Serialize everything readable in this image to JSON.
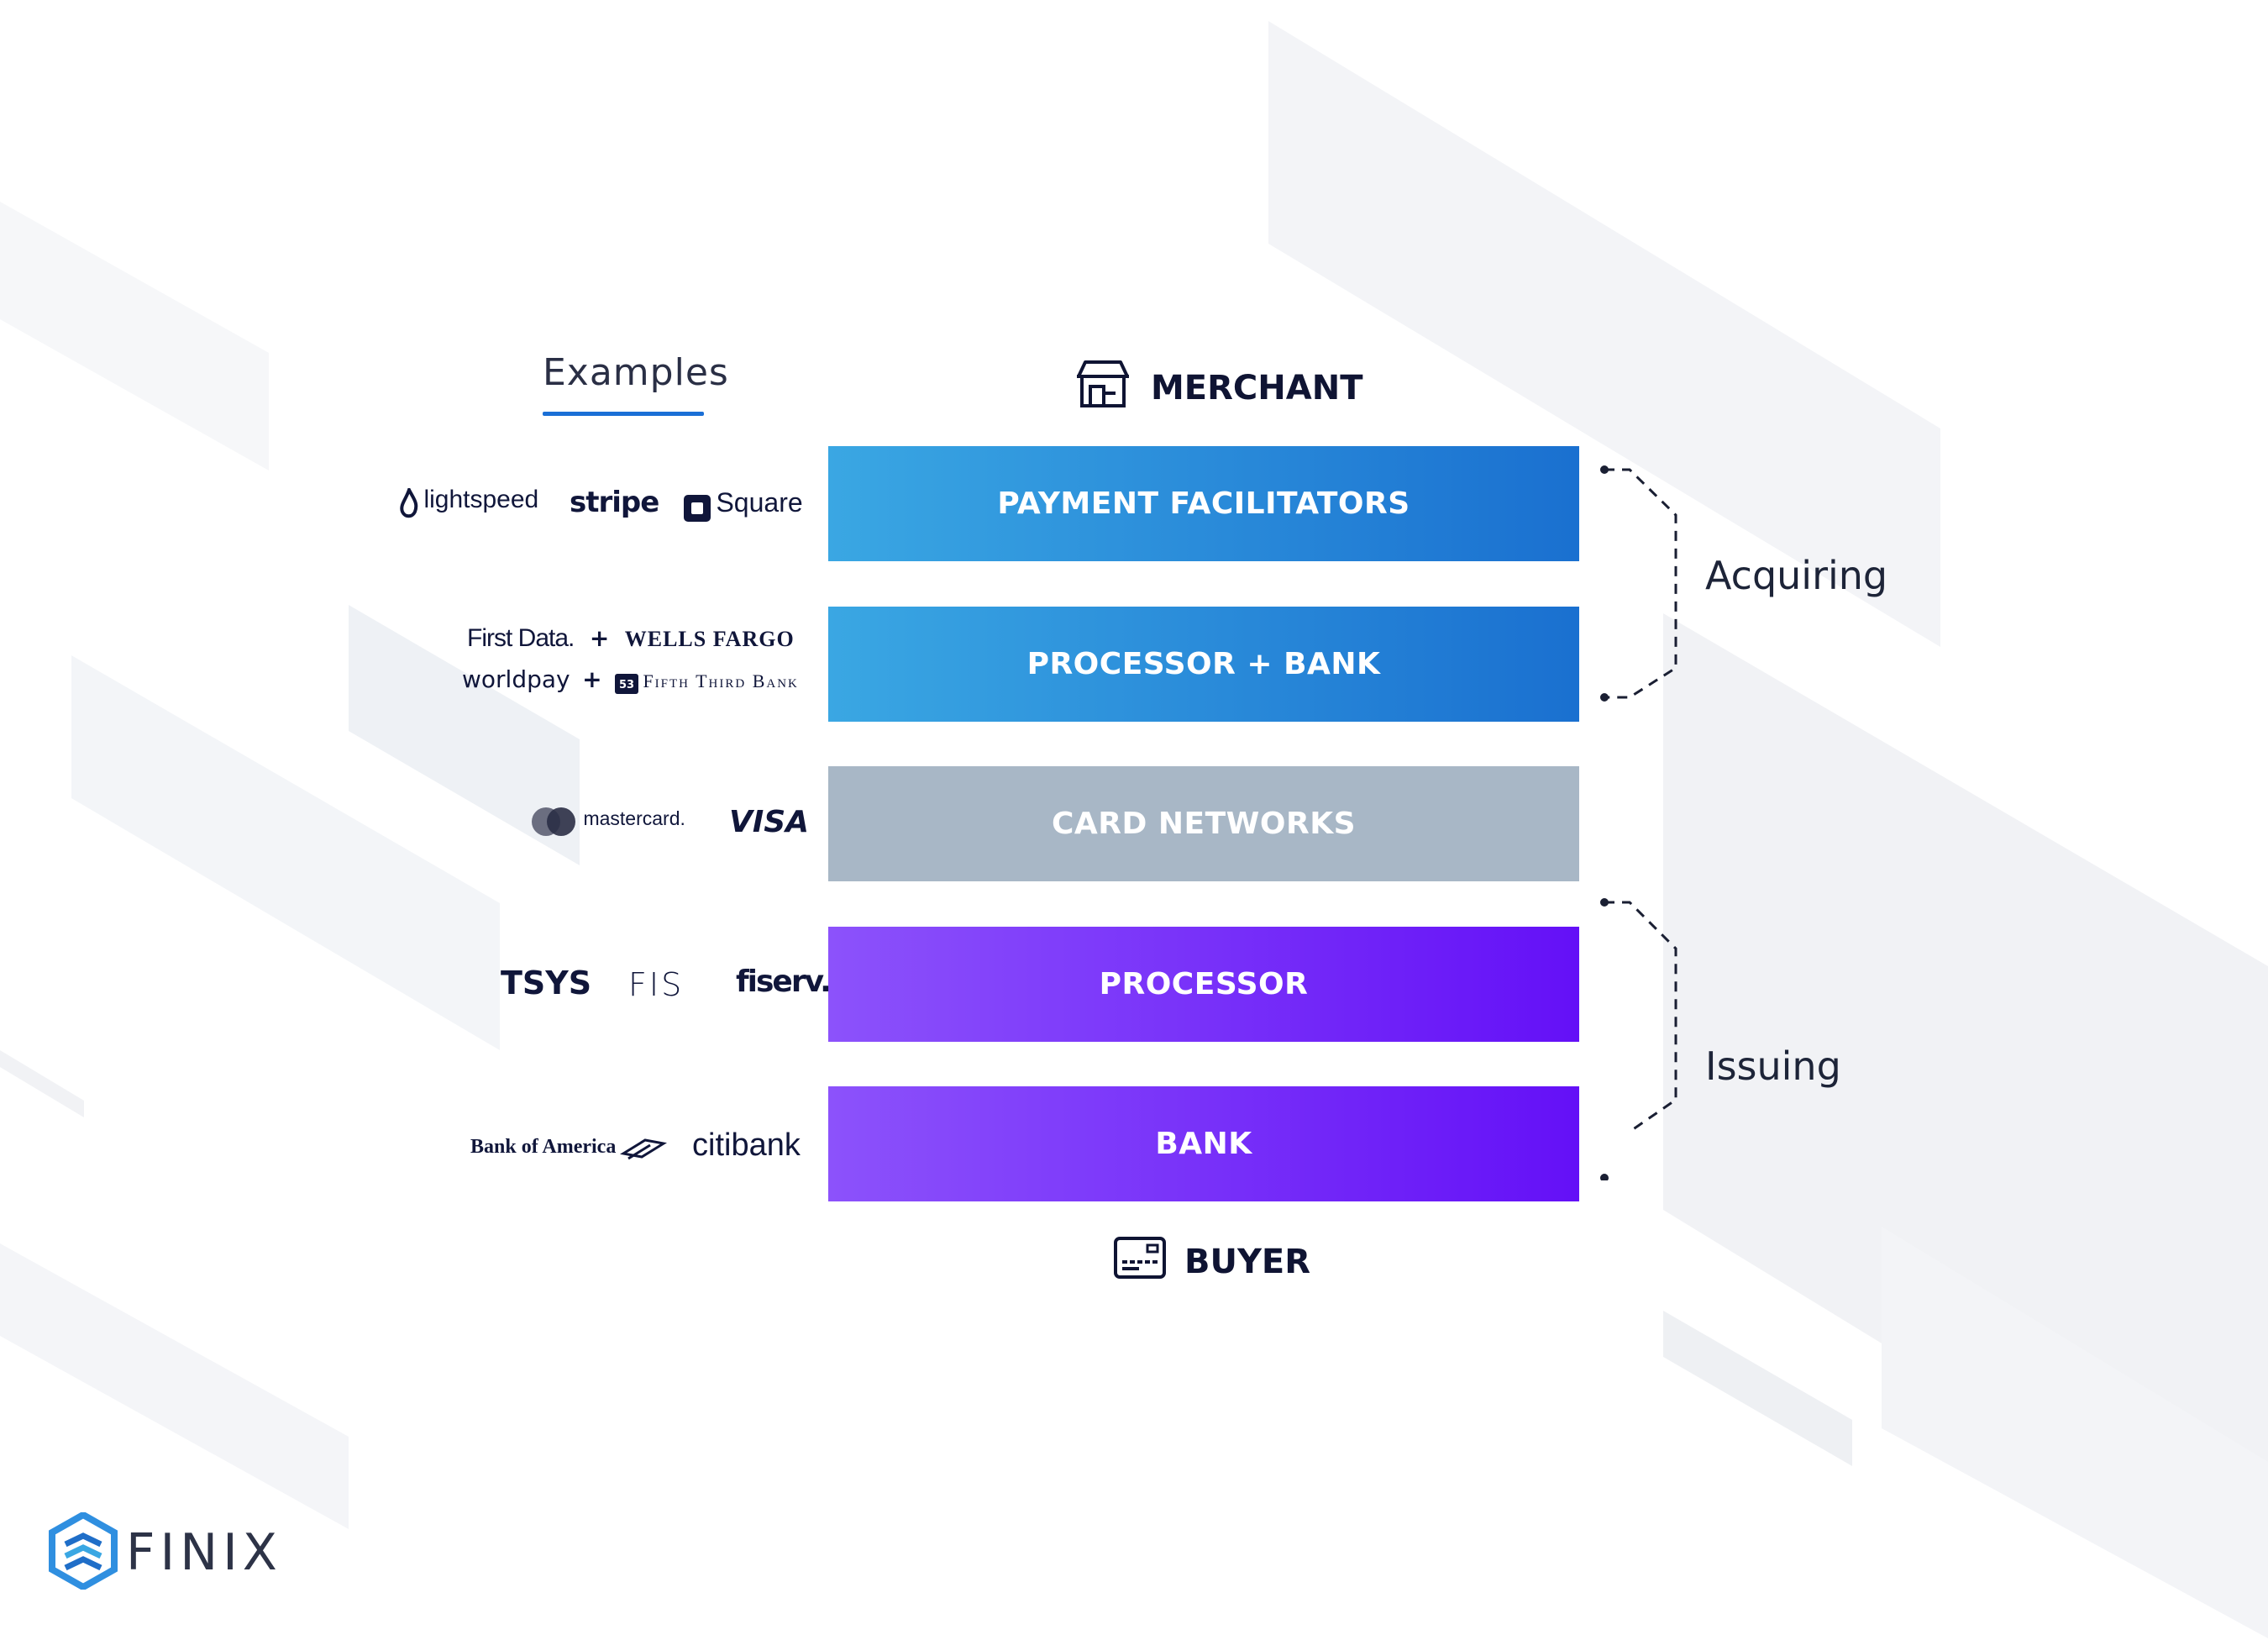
{
  "header": {
    "examples_title": "Examples",
    "merchant_label": "MERCHANT",
    "buyer_label": "BUYER"
  },
  "layers": [
    {
      "label": "PAYMENT FACILITATORS",
      "style": "blue"
    },
    {
      "label": "PROCESSOR + BANK",
      "style": "blue"
    },
    {
      "label": "CARD NETWORKS",
      "style": "gray"
    },
    {
      "label": "PROCESSOR",
      "style": "purple"
    },
    {
      "label": "BANK",
      "style": "purple"
    }
  ],
  "groups": {
    "acquiring": "Acquiring",
    "issuing": "Issuing"
  },
  "examples": {
    "payfac": [
      "lightspeed",
      "stripe",
      "Square"
    ],
    "processor_bank": {
      "row1": [
        "First Data.",
        "+",
        "WELLS FARGO"
      ],
      "row2": [
        "worldpay",
        "+",
        "Fifth Third Bank"
      ]
    },
    "networks": [
      "mastercard.",
      "VISA"
    ],
    "processor": [
      "TSYS",
      "FIS",
      "fiserv."
    ],
    "bank": [
      "Bank of America",
      "citibank"
    ]
  },
  "brand": {
    "name": "FINIX"
  },
  "colors": {
    "blue_start": "#3aa7e3",
    "blue_end": "#1a70d0",
    "gray": "#a8b7c6",
    "purple_start": "#8c52fb",
    "purple_end": "#6410f7",
    "accent_underline": "#1a6fd6",
    "text_dark": "#0f1433"
  },
  "icons": {
    "merchant": "storefront-icon",
    "buyer": "credit-card-icon",
    "brand": "hexagon-logo-icon"
  }
}
